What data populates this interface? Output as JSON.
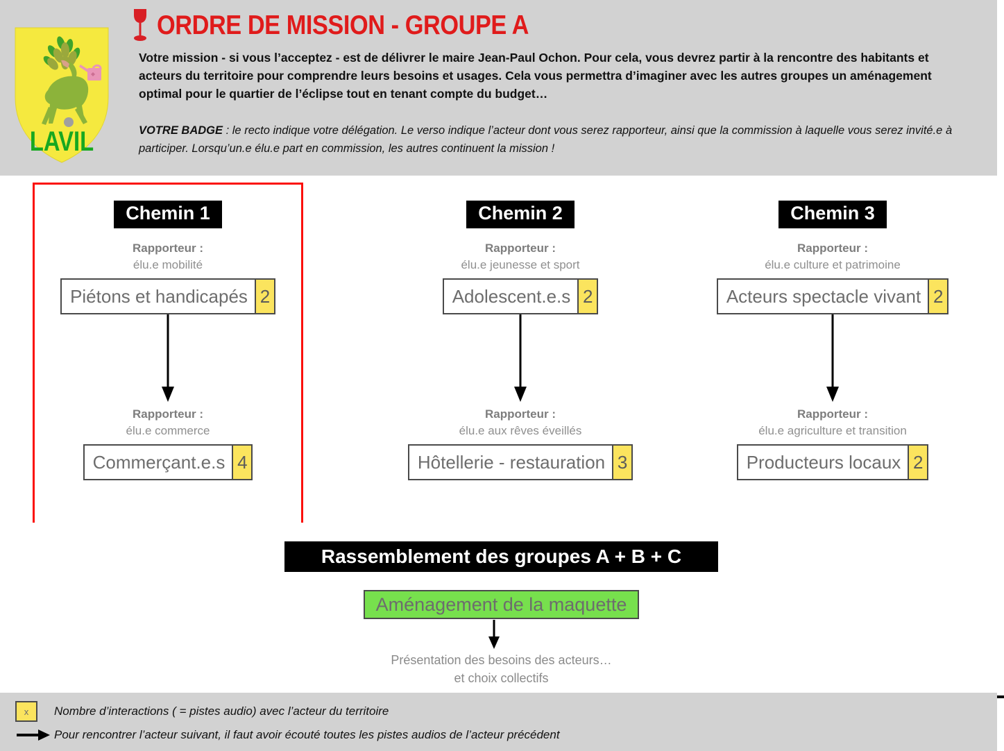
{
  "header": {
    "title": "ORDRE DE MISSION - GROUPE A",
    "title_icon": "wine-glass-icon",
    "logo_text": "LAVIL",
    "logo_icon": "lavil-shield-deer-logo",
    "intro": "Votre mission - si vous l’acceptez - est de délivrer le maire Jean-Paul Ochon. Pour cela, vous devrez partir à la rencontre des habitants et acteurs du territoire pour comprendre leurs besoins et usages. Cela vous permettra d’imaginer avec les autres groupes un aménagement optimal pour le quartier de l’éclipse tout en tenant compte du budget…",
    "badge_label": "VOTRE BADGE",
    "badge_text": " : le recto indique votre délégation. Le verso indique l’acteur dont vous serez rapporteur, ainsi que la commission à laquelle vous serez invité.e à participer. Lorsqu’un.e élu.e part en commission, les autres continuent la mission !",
    "bg_color": "#d2d2d2",
    "title_color": "#e01b1b"
  },
  "paths": {
    "highlight_color": "#fb0f08",
    "rapporteur_label": "Rapporteur :",
    "columns": [
      {
        "badge": "Chemin 1",
        "steps": [
          {
            "rapporteur": "élu.e mobilité",
            "actor": "Piétons et handicapés",
            "count": "2"
          },
          {
            "rapporteur": "élu.e commerce",
            "actor": "Commerçant.e.s",
            "count": "4"
          }
        ]
      },
      {
        "badge": "Chemin 2",
        "steps": [
          {
            "rapporteur": "élu.e jeunesse et sport",
            "actor": "Adolescent.e.s",
            "count": "2"
          },
          {
            "rapporteur": "élu.e aux rêves éveillés",
            "actor": "Hôtellerie - restauration",
            "count": "3"
          }
        ]
      },
      {
        "badge": "Chemin 3",
        "steps": [
          {
            "rapporteur": "élu.e culture et patrimoine",
            "actor": "Acteurs spectacle vivant",
            "count": "2"
          },
          {
            "rapporteur": "élu.e agriculture et transition",
            "actor": "Producteurs locaux",
            "count": "2"
          }
        ]
      }
    ]
  },
  "meeting": {
    "rassemblement": "Rassemblement des groupes A + B + C",
    "maquette": "Aménagement de la maquette",
    "maquette_color": "#77e04d",
    "presentation_line1": "Présentation des besoins des acteurs…",
    "presentation_line2": "et choix collectifs"
  },
  "legend": {
    "key_label": "x",
    "key_color": "#fbe45e",
    "line1": "Nombre d’interactions ( = pistes audio) avec l’acteur du territoire",
    "line2": "Pour rencontrer l’acteur suivant, il faut avoir écouté toutes les pistes audios de l’acteur précédent"
  }
}
